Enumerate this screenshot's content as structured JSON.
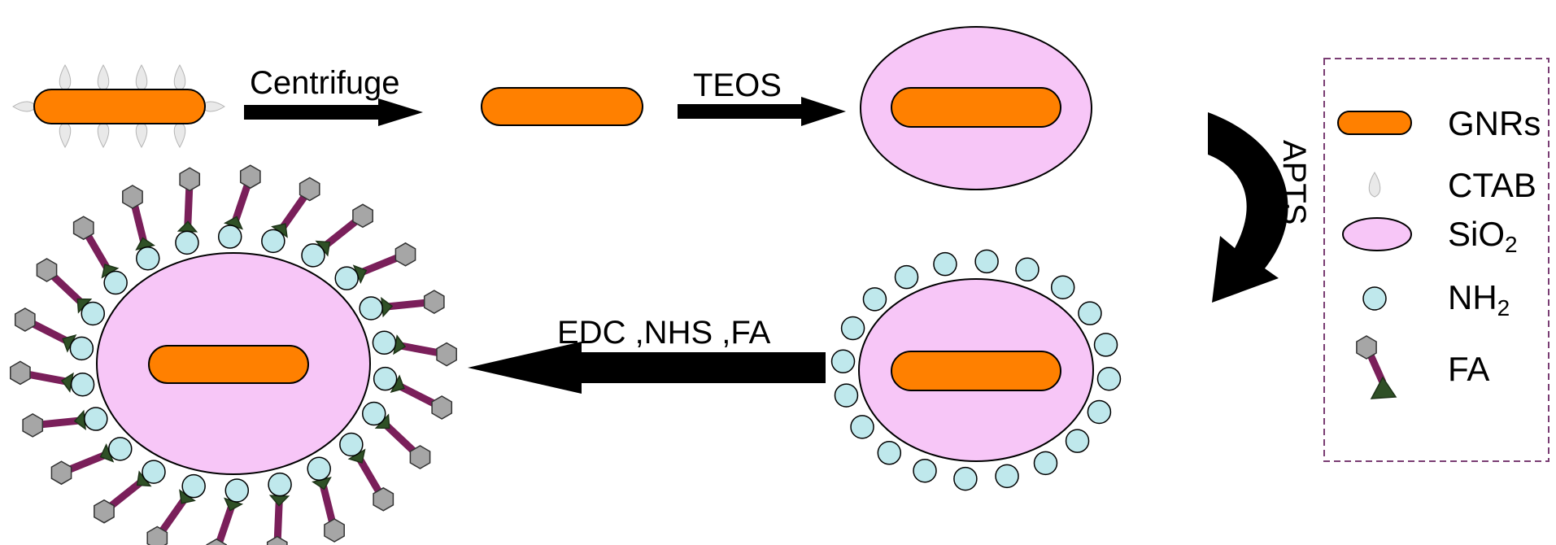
{
  "colors": {
    "gnr_fill": "#ff8000",
    "gnr_stroke": "#000000",
    "ctab_fill": "#e9e9e9",
    "sio2_fill": "#f7c6f7",
    "nh2_fill": "#bfe8ec",
    "fa_hex_fill": "#a6a6a6",
    "fa_link": "#7a1f5a",
    "fa_tri": "#2f5026",
    "legend_border": "#7a3d73",
    "arrow": "#000000"
  },
  "steps": {
    "step1": "Centrifuge",
    "step2": "TEOS",
    "step3": "APTS",
    "step4": "EDC ,NHS ,FA"
  },
  "legend": {
    "gnrs": "GNRs",
    "ctab": "CTAB",
    "sio2_base": "SiO",
    "sio2_sub": "2",
    "nh2_base": "NH",
    "nh2_sub": "2",
    "fa": "FA"
  }
}
